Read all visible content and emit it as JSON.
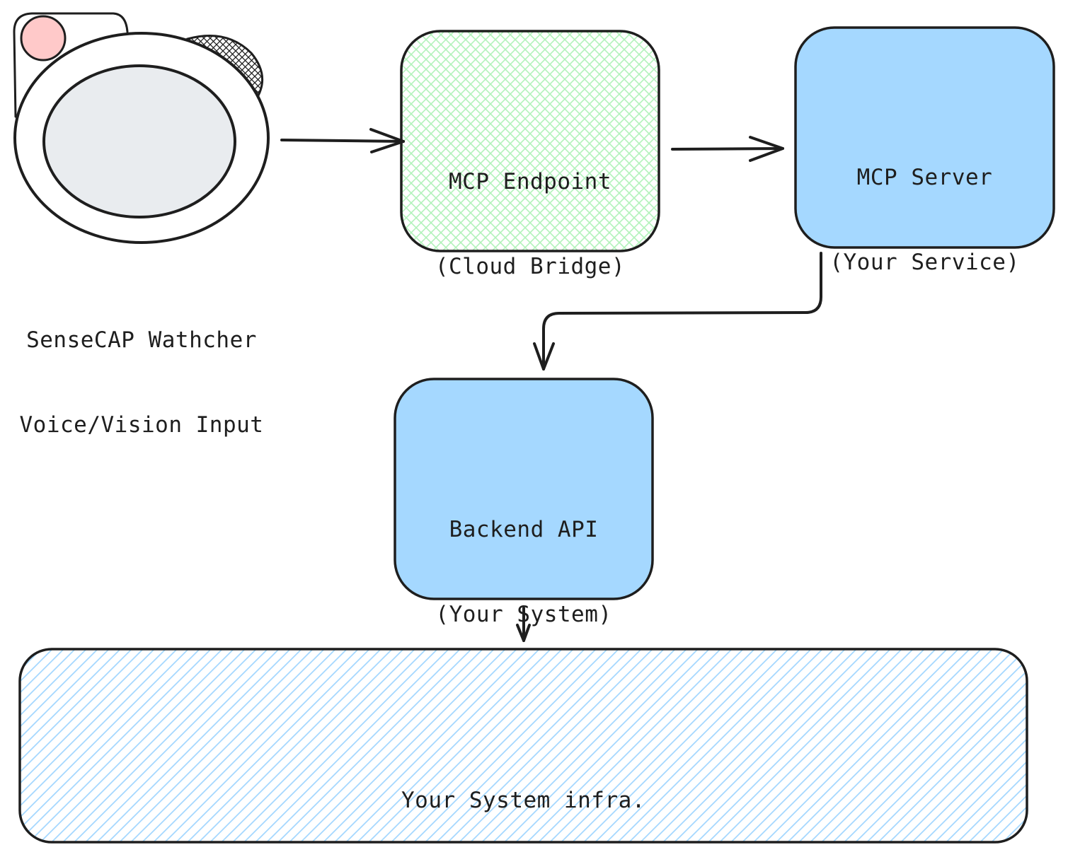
{
  "device": {
    "line1": "SenseCAP Wathcher",
    "line2": "Voice/Vision Input",
    "icon": "watcher-device-icon"
  },
  "endpoint": {
    "line1": "MCP Endpoint",
    "line2": "(Cloud Bridge)"
  },
  "server": {
    "line1": "MCP Server",
    "line2": "(Your Service)"
  },
  "backend": {
    "line1": "Backend API",
    "line2": "(Your System)"
  },
  "infra": {
    "label": "Your System infra."
  },
  "colors": {
    "stroke": "#1e1e1e",
    "blue_fill": "#a5d8ff",
    "green_hatch": "#b2f2bb",
    "blue_hatch": "#a5d8ff",
    "pink": "#ffc9c9",
    "gray": "#e9ecef"
  }
}
